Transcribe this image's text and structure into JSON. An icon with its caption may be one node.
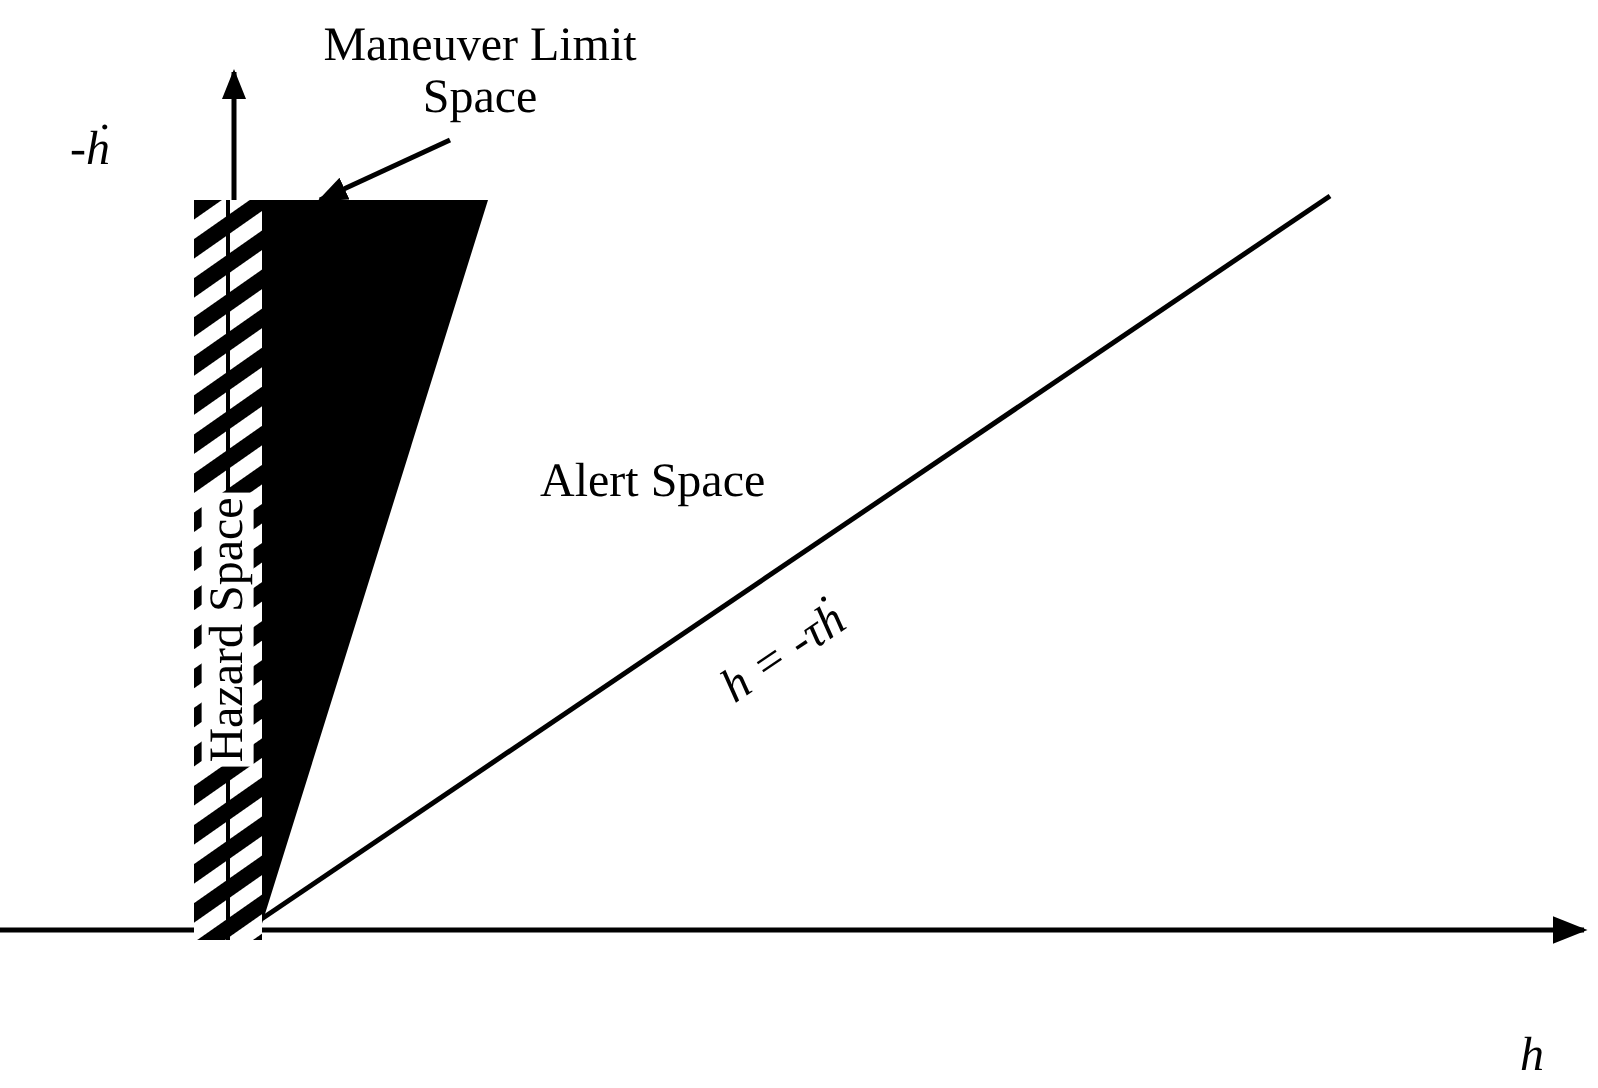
{
  "diagram": {
    "nodes": [
      {
        "text": [
          "Maneuver Limit Space"
        ]
      },
      {
        "text": [],
        "shape": "triangle"
      },
      {
        "text": [
          "Hazard Space"
        ]
      }
    ],
    "edges": [
      {
        "from": 0,
        "to": 1,
        "arrow": "to"
      }
    ],
    "labels": [
      "-ḣ",
      "Alert Space",
      "h = -τḣ",
      "h"
    ]
  }
}
